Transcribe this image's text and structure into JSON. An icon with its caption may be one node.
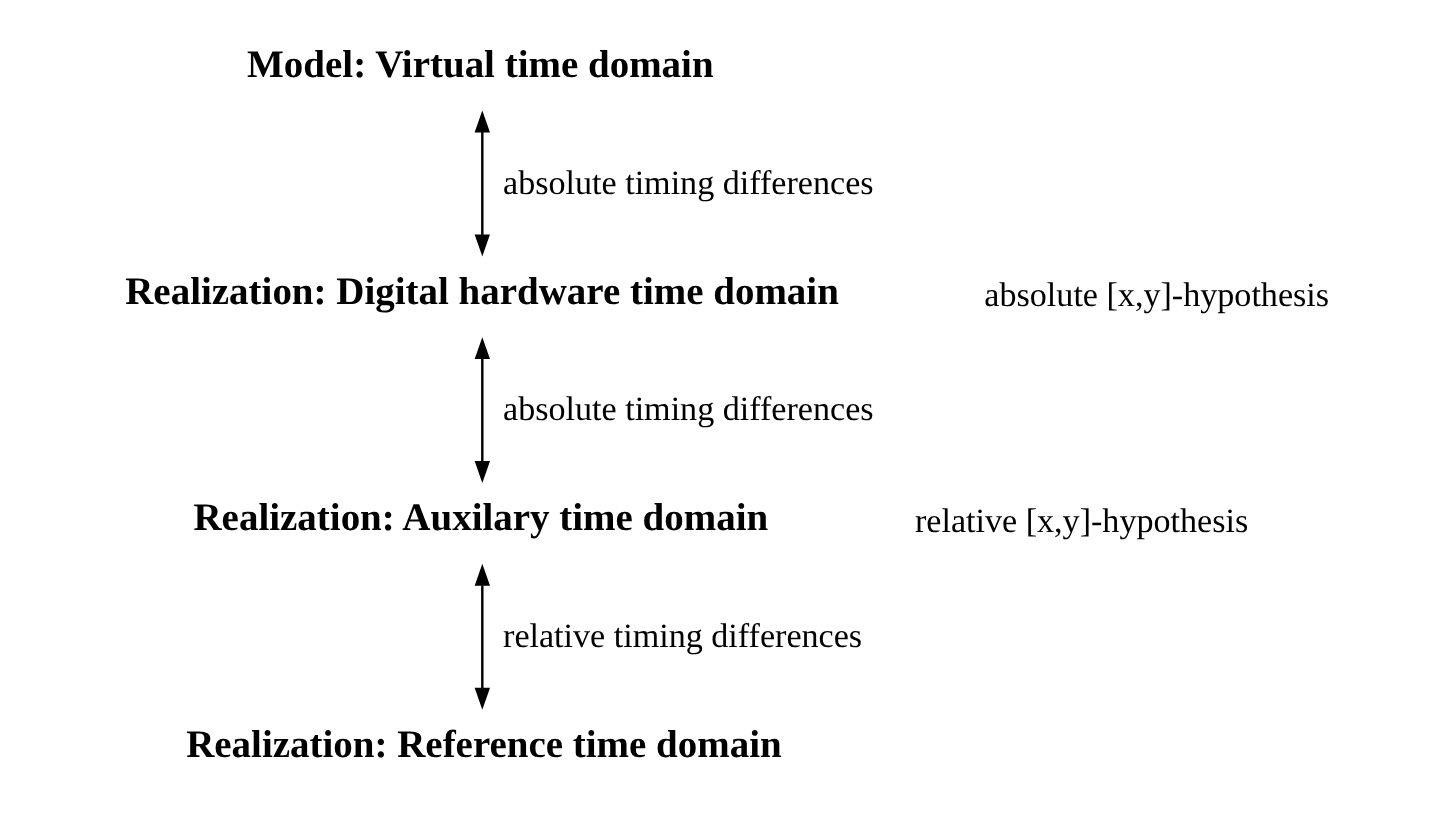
{
  "diagram": {
    "nodes": [
      {
        "text": [
          "Model: Virtual time domain"
        ]
      },
      {
        "text": [
          "Realization: Digital hardware time domain"
        ]
      },
      {
        "text": [
          "Realization: Auxilary time domain"
        ]
      },
      {
        "text": [
          "Realization: Reference time domain"
        ]
      }
    ],
    "edges": [
      {
        "from": 0,
        "to": 1,
        "arrow": "both",
        "label": "absolute timing differences"
      },
      {
        "from": 1,
        "to": 2,
        "arrow": "both",
        "label": "absolute timing differences"
      },
      {
        "from": 2,
        "to": 3,
        "arrow": "both",
        "label": "relative timing differences"
      }
    ],
    "labels": [
      "absolute [x,y]-hypothesis",
      "relative [x,y]-hypothesis"
    ]
  }
}
